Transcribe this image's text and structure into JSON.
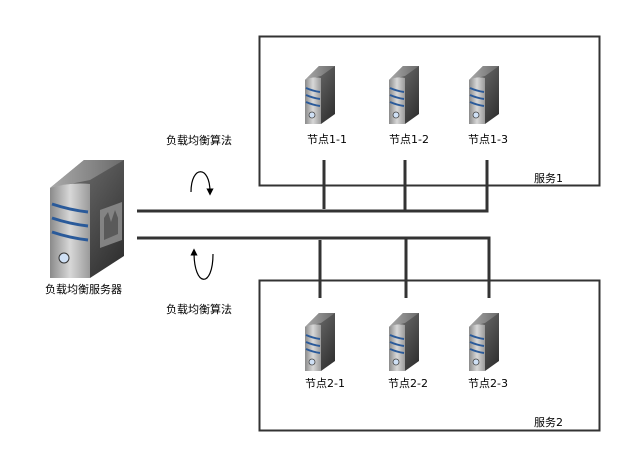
{
  "title": "负载均衡架构图",
  "load_balancer": {
    "label": "负载均衡服务器",
    "icon": "firewall-server-icon"
  },
  "algorithm_labels": {
    "top": "负载均衡算法",
    "bottom": "负载均衡算法"
  },
  "services": [
    {
      "name": "服务1",
      "nodes": [
        "节点1-1",
        "节点1-2",
        "节点1-3"
      ]
    },
    {
      "name": "服务2",
      "nodes": [
        "节点2-1",
        "节点2-2",
        "节点2-3"
      ]
    }
  ],
  "colors": {
    "line": "#333333",
    "server_stripe": "#2a5a9a",
    "box_border": "#333333"
  }
}
